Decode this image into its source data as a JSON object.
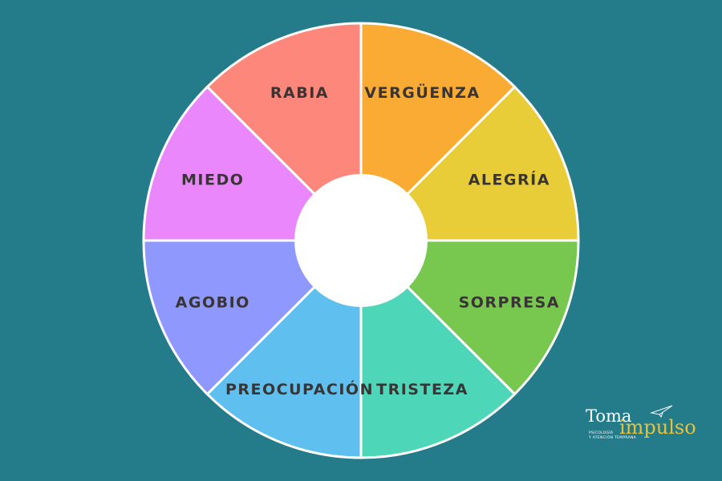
{
  "wheel": {
    "segments": [
      {
        "label": "RABIA",
        "color": "#fe877b"
      },
      {
        "label": "VERGÜENZA",
        "color": "#f9ab33"
      },
      {
        "label": "ALEGRÍA",
        "color": "#e8cd38"
      },
      {
        "label": "SORPRESA",
        "color": "#78c850"
      },
      {
        "label": "TRISTEZA",
        "color": "#4dd6b8"
      },
      {
        "label": "PREOCUPACIÓN",
        "color": "#5fc0ef"
      },
      {
        "label": "AGOBIO",
        "color": "#8f99fd"
      },
      {
        "label": "MIEDO",
        "color": "#ea87fd"
      }
    ],
    "center_color": "#ffffff",
    "background": "#247c8a"
  },
  "logo": {
    "word1": "Toma",
    "word2": "impulso",
    "line1": "PSICOLOGÍA",
    "line2": "Y ATENCIÓN TEMPRANA",
    "icon": "paper-plane-icon"
  }
}
